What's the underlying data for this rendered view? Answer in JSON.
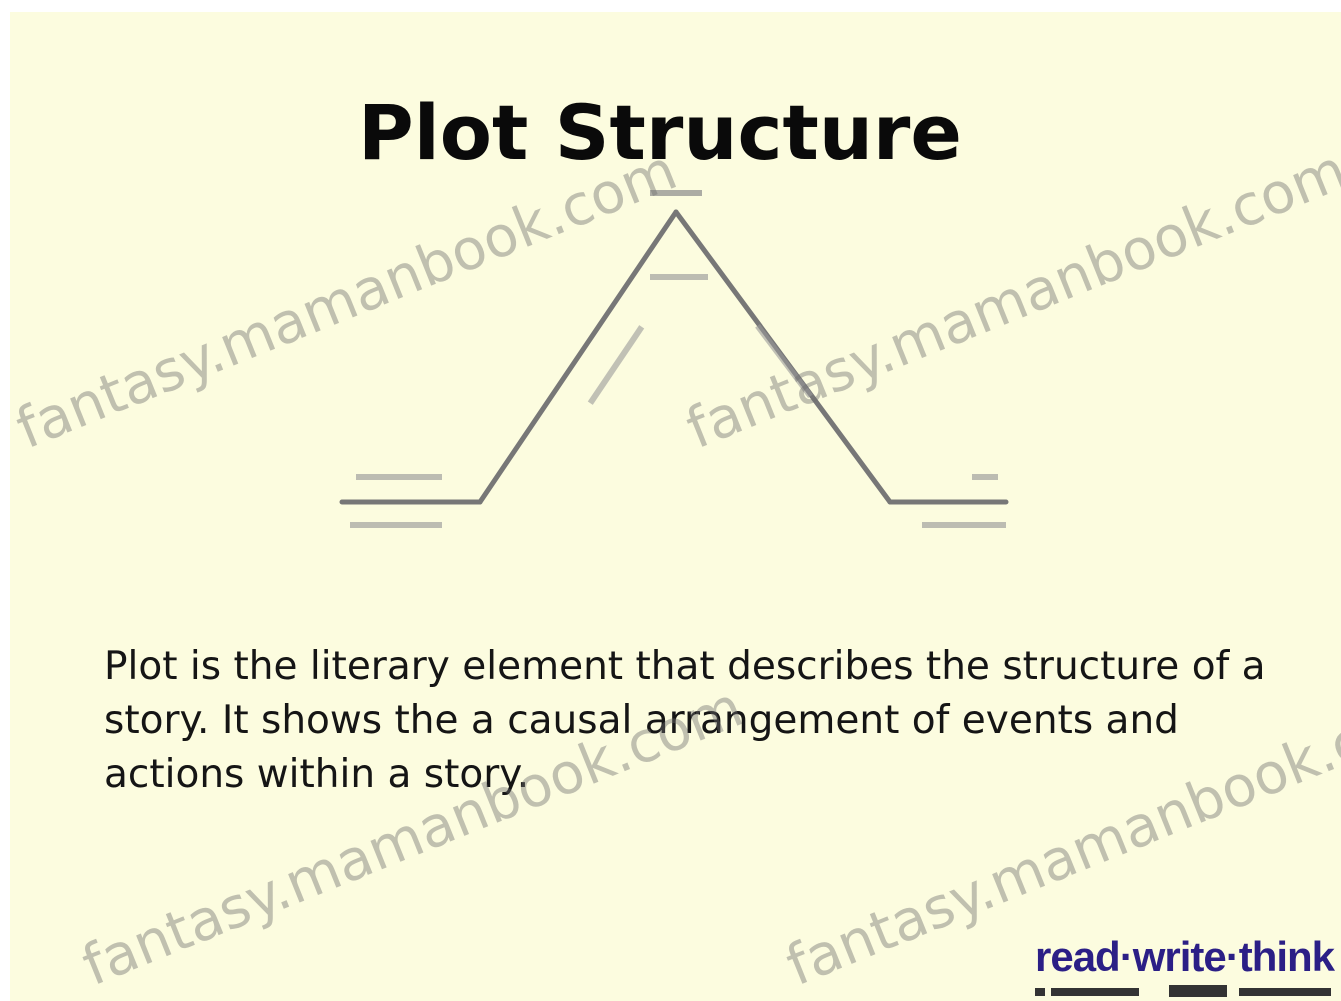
{
  "slide": {
    "title": "Plot Structure",
    "description": "Plot is the literary element that describes the structure of a story. It shows the a causal arrangement of events and actions within a story."
  },
  "diagram": {
    "shape": "plot-pyramid",
    "line_color": "#777777"
  },
  "watermark": {
    "text": "fantasy.mamanbook.com"
  },
  "logo": {
    "text": "read·write·think"
  },
  "colors": {
    "slide_background": "#fcfcdf",
    "title_text": "#0a0a0a",
    "body_text": "#151515",
    "logo_text": "#2b1f86"
  }
}
